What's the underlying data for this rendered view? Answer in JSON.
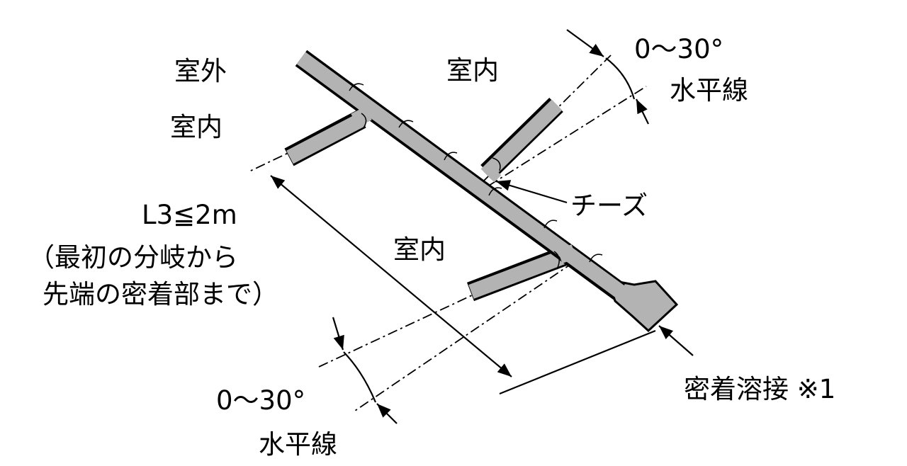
{
  "labels": {
    "outdoor": "室外",
    "indoor_top": "室内",
    "indoor_left": "室内",
    "indoor_bottom": "室内",
    "length_rule": "L3≦2m",
    "length_note_1": "（最初の分岐から",
    "length_note_2": "先端の密着部まで）",
    "tee": "チーズ",
    "angle_top": "0〜30°",
    "horizontal_top": "水平線",
    "angle_bottom": "0〜30°",
    "horizontal_bottom": "水平線",
    "weld": "密着溶接 ※1"
  },
  "colors": {
    "pipe_fill": "#b3b3b3",
    "line": "#000000"
  }
}
